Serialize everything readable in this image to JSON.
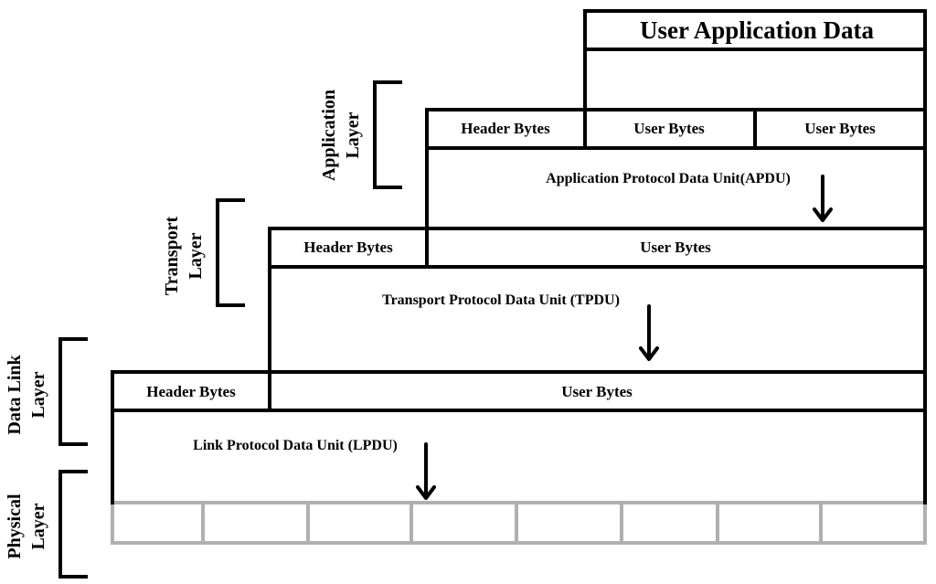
{
  "title": "User Application Data",
  "layers": {
    "application": {
      "line1": "Application",
      "line2": "Layer"
    },
    "transport": {
      "line1": "Transport",
      "line2": "Layer"
    },
    "data_link": {
      "line1": "Data Link",
      "line2": "Layer"
    },
    "physical": {
      "line1": "Physical",
      "line2": "Layer"
    }
  },
  "application_row": {
    "header": "Header Bytes",
    "user_bytes_1": "User Bytes",
    "user_bytes_2": "User Bytes",
    "pdu_label": "Application Protocol Data Unit(APDU)"
  },
  "transport_row": {
    "header": "Header Bytes",
    "user_bytes": "User Bytes",
    "pdu_label": "Transport Protocol Data Unit (TPDU)"
  },
  "link_row": {
    "header": "Header Bytes",
    "user_bytes": "User Bytes",
    "pdu_label": "Link Protocol Data Unit (LPDU)"
  },
  "colors": {
    "line": "#000000",
    "physical_cells": "#b0b0b0",
    "background": "#ffffff"
  }
}
